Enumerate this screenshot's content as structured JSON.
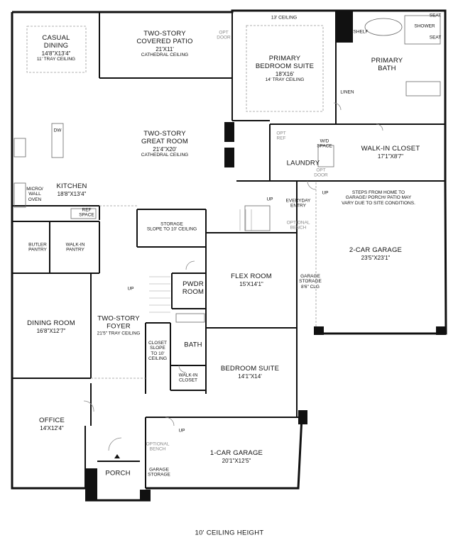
{
  "plan": {
    "caption": "10' CEILING HEIGHT",
    "rooms": {
      "casual_dining": {
        "name": "CASUAL\nDINING",
        "dims": "14'8\"X13'4\"",
        "note": "11' TRAY CEILING"
      },
      "covered_patio": {
        "name": "TWO-STORY\nCOVERED PATIO",
        "dims": "21'X11'",
        "note": "CATHEDRAL CEILING"
      },
      "primary_bedroom": {
        "name": "PRIMARY\nBEDROOM SUITE",
        "dims": "18'X16'",
        "note": "14' TRAY CEILING",
        "top_note": "13' CEILING"
      },
      "primary_bath": {
        "name": "PRIMARY\nBATH"
      },
      "great_room": {
        "name": "TWO-STORY\nGREAT ROOM",
        "dims": "21'4\"X20'",
        "note": "CATHEDRAL CEILING"
      },
      "walk_in_closet_primary": {
        "name": "WALK-IN CLOSET",
        "dims": "17'1\"X8'7\""
      },
      "kitchen": {
        "name": "KITCHEN",
        "dims": "18'8\"X13'4\""
      },
      "laundry": {
        "name": "LAUNDRY"
      },
      "garage_2car": {
        "name": "2-CAR GARAGE",
        "dims": "23'5\"X23'1\""
      },
      "butler_pantry": {
        "name": "BUTLER\nPANTRY"
      },
      "walk_in_pantry": {
        "name": "WALK-IN\nPANTRY"
      },
      "storage": {
        "name": "STORAGE\nSLOPE TO 10' CEILING"
      },
      "flex_room": {
        "name": "FLEX ROOM",
        "dims": "15'X14'1\""
      },
      "pwdr_room": {
        "name": "PWDR\nROOM"
      },
      "dining_room": {
        "name": "DINING ROOM",
        "dims": "16'8\"X12'7\""
      },
      "foyer": {
        "name": "TWO-STORY\nFOYER",
        "dims": "21'5\" TRAY CEILING"
      },
      "bath": {
        "name": "BATH"
      },
      "closet_slope": {
        "name": "CLOSET\nSLOPE\nTO 10'\nCEILING"
      },
      "bedroom_suite": {
        "name": "BEDROOM SUITE",
        "dims": "14'1\"X14'"
      },
      "walk_in_closet": {
        "name": "WALK-IN\nCLOSET"
      },
      "office": {
        "name": "OFFICE",
        "dims": "14'X12'4\""
      },
      "garage_1car": {
        "name": "1-CAR GARAGE",
        "dims": "20'1\"X12'5\""
      },
      "porch": {
        "name": "PORCH"
      },
      "garage_storage_small": {
        "name": "GARAGE\nSTORAGE"
      },
      "garage_storage_2car": {
        "name": "GARAGE\nSTORAGE\n8'6\" CLG"
      }
    },
    "fixtures": {
      "seat_1": "SEAT",
      "shower": "SHOWER",
      "seat_2": "SEAT",
      "shelf": "SHELF",
      "linen": "LINEN",
      "dw": "DW",
      "micro_wall_oven": "MICRO/\nWALL\nOVEN",
      "ref_space": "REF\nSPACE",
      "opt_door_patio": "OPT\nDOOR",
      "opt_ref": "OPT\nREF",
      "wd_space": "W/D\nSPACE",
      "opt_door_laundry": "OPT\nDOOR",
      "everyday_entry": "EVERYDAY\nENTRY",
      "optional_bench_top": "OPTIONAL\nBENCH",
      "optional_bench_garage": "OPTIONAL\nBENCH",
      "up_1": "UP",
      "up_2": "UP",
      "up_3": "UP",
      "up_4": "UP"
    },
    "notes": {
      "steps": "STEPS FROM HOME TO\nGARAGE/ PORCH/ PATIO MAY\nVARY DUE TO SITE CONDITIONS."
    }
  }
}
